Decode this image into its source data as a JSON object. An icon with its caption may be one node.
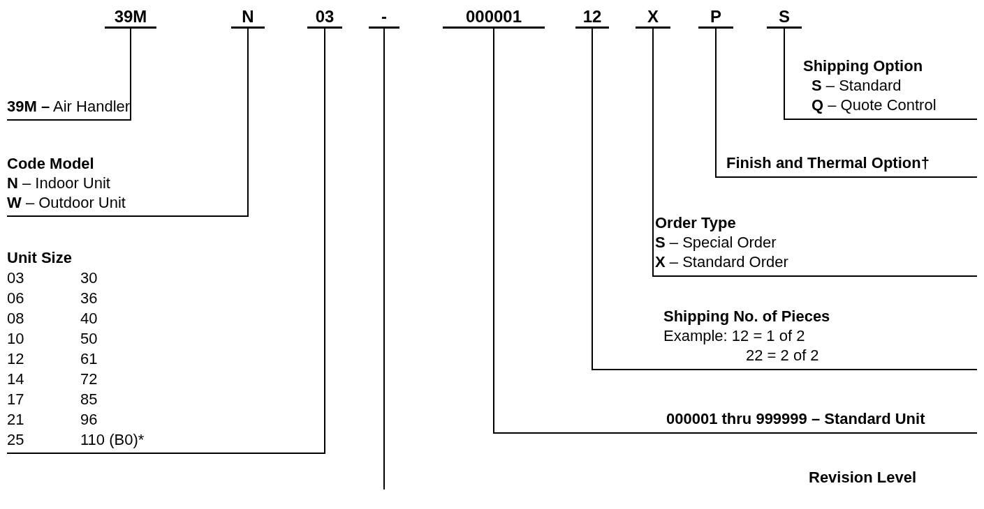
{
  "diagram": {
    "nodes": [
      {
        "text": [
          "39M"
        ]
      },
      {
        "text": [
          "N"
        ]
      },
      {
        "text": [
          "03"
        ]
      },
      {
        "text": [
          "-"
        ]
      },
      {
        "text": [
          "000001"
        ]
      },
      {
        "text": [
          "12"
        ]
      },
      {
        "text": [
          "X"
        ]
      },
      {
        "text": [
          "P"
        ]
      },
      {
        "text": [
          "S"
        ]
      },
      {
        "text": [
          "**39M –** Air Handler"
        ]
      },
      {
        "text": [
          "Code Model",
          "**N**  – Indoor Unit",
          "**W** – Outdoor Unit"
        ]
      },
      {
        "text": [
          "Unit Size",
          "03",
          "30",
          "06",
          "36",
          "08",
          "40",
          "10",
          "50",
          "12",
          "61",
          "14",
          "72",
          "17",
          "85",
          "21",
          "96",
          "25",
          "110 (B0)*"
        ]
      },
      {
        "text": [
          "Shipping Option",
          "**S** – Standard",
          "**Q** – Quote Control"
        ]
      },
      {
        "text": [
          "Finish and Thermal Option†"
        ]
      },
      {
        "text": [
          "Order Type",
          "**S** – Special Order",
          "**X** – Standard Order"
        ]
      },
      {
        "text": [
          "Shipping No. of Pieces",
          "Example: 12 = 1 of 2",
          "22 = 2 of 2"
        ]
      },
      {
        "text": [
          "000001 thru 999999 – Standard Unit"
        ]
      }
    ],
    "edges": [
      {
        "from": 0,
        "to": 9,
        "arrow": "none"
      },
      {
        "from": 1,
        "to": 10,
        "arrow": "none"
      },
      {
        "from": 2,
        "to": 11,
        "arrow": "none"
      },
      {
        "from": 3,
        "to": null,
        "arrow": "none"
      },
      {
        "from": 4,
        "to": 16,
        "arrow": "none"
      },
      {
        "from": 5,
        "to": 15,
        "arrow": "none"
      },
      {
        "from": 6,
        "to": 14,
        "arrow": "none"
      },
      {
        "from": 7,
        "to": 13,
        "arrow": "none"
      },
      {
        "from": 8,
        "to": 12,
        "arrow": "none"
      }
    ],
    "labels": [
      "Revision Level"
    ]
  }
}
